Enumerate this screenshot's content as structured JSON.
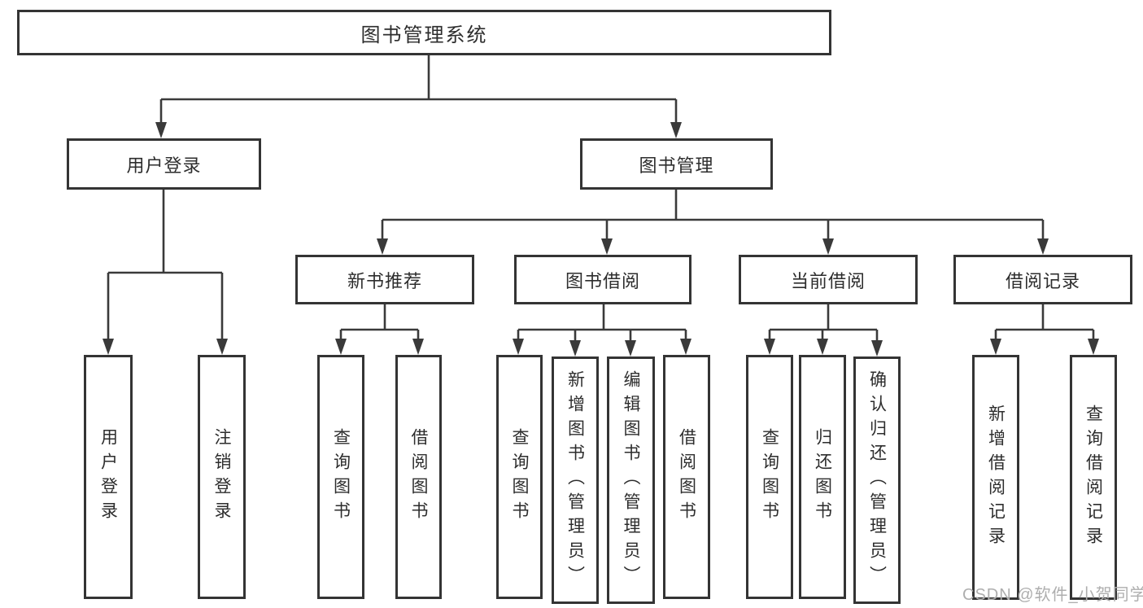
{
  "tree": {
    "label": "图书管理系统",
    "children": [
      {
        "label": "用户登录",
        "children": [
          {
            "label": "用户登录"
          },
          {
            "label": "注销登录"
          }
        ]
      },
      {
        "label": "图书管理",
        "children": [
          {
            "label": "新书推荐",
            "children": [
              {
                "label": "查询图书"
              },
              {
                "label": "借阅图书"
              }
            ]
          },
          {
            "label": "图书借阅",
            "children": [
              {
                "label": "查询图书"
              },
              {
                "label": "新增图书（管理员）"
              },
              {
                "label": "编辑图书（管理员）"
              },
              {
                "label": "借阅图书"
              }
            ]
          },
          {
            "label": "当前借阅",
            "children": [
              {
                "label": "查询图书"
              },
              {
                "label": "归还图书"
              },
              {
                "label": "确认归还（管理员）"
              }
            ]
          },
          {
            "label": "借阅记录",
            "children": [
              {
                "label": "新增借阅记录"
              },
              {
                "label": "查询借阅记录"
              }
            ]
          }
        ]
      }
    ]
  },
  "watermark": "CSDN @软件_小贺同学",
  "colors": {
    "line": "#3a3a3a",
    "box_border": "#343434",
    "text": "#2d2d2d",
    "watermark_text": "#aeaeae",
    "background": "#ffffff"
  }
}
